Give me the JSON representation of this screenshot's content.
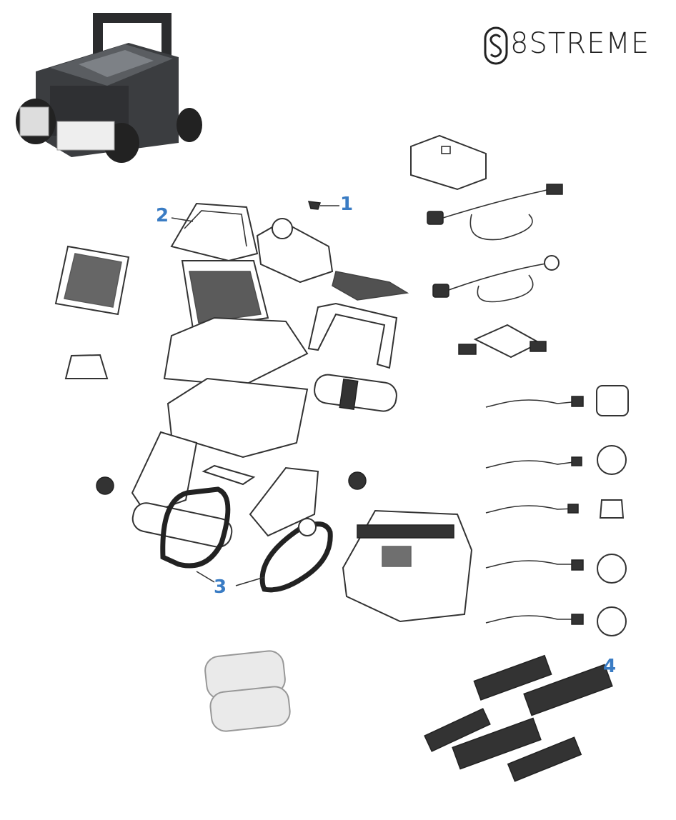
{
  "brand": {
    "name": "8STREME"
  },
  "callouts": {
    "c1": "1",
    "c2": "2",
    "c3": "3",
    "c4": "4"
  },
  "colors": {
    "callout": "#3a7cc4",
    "line": "#333333",
    "robot_body": "#3b3d40"
  }
}
